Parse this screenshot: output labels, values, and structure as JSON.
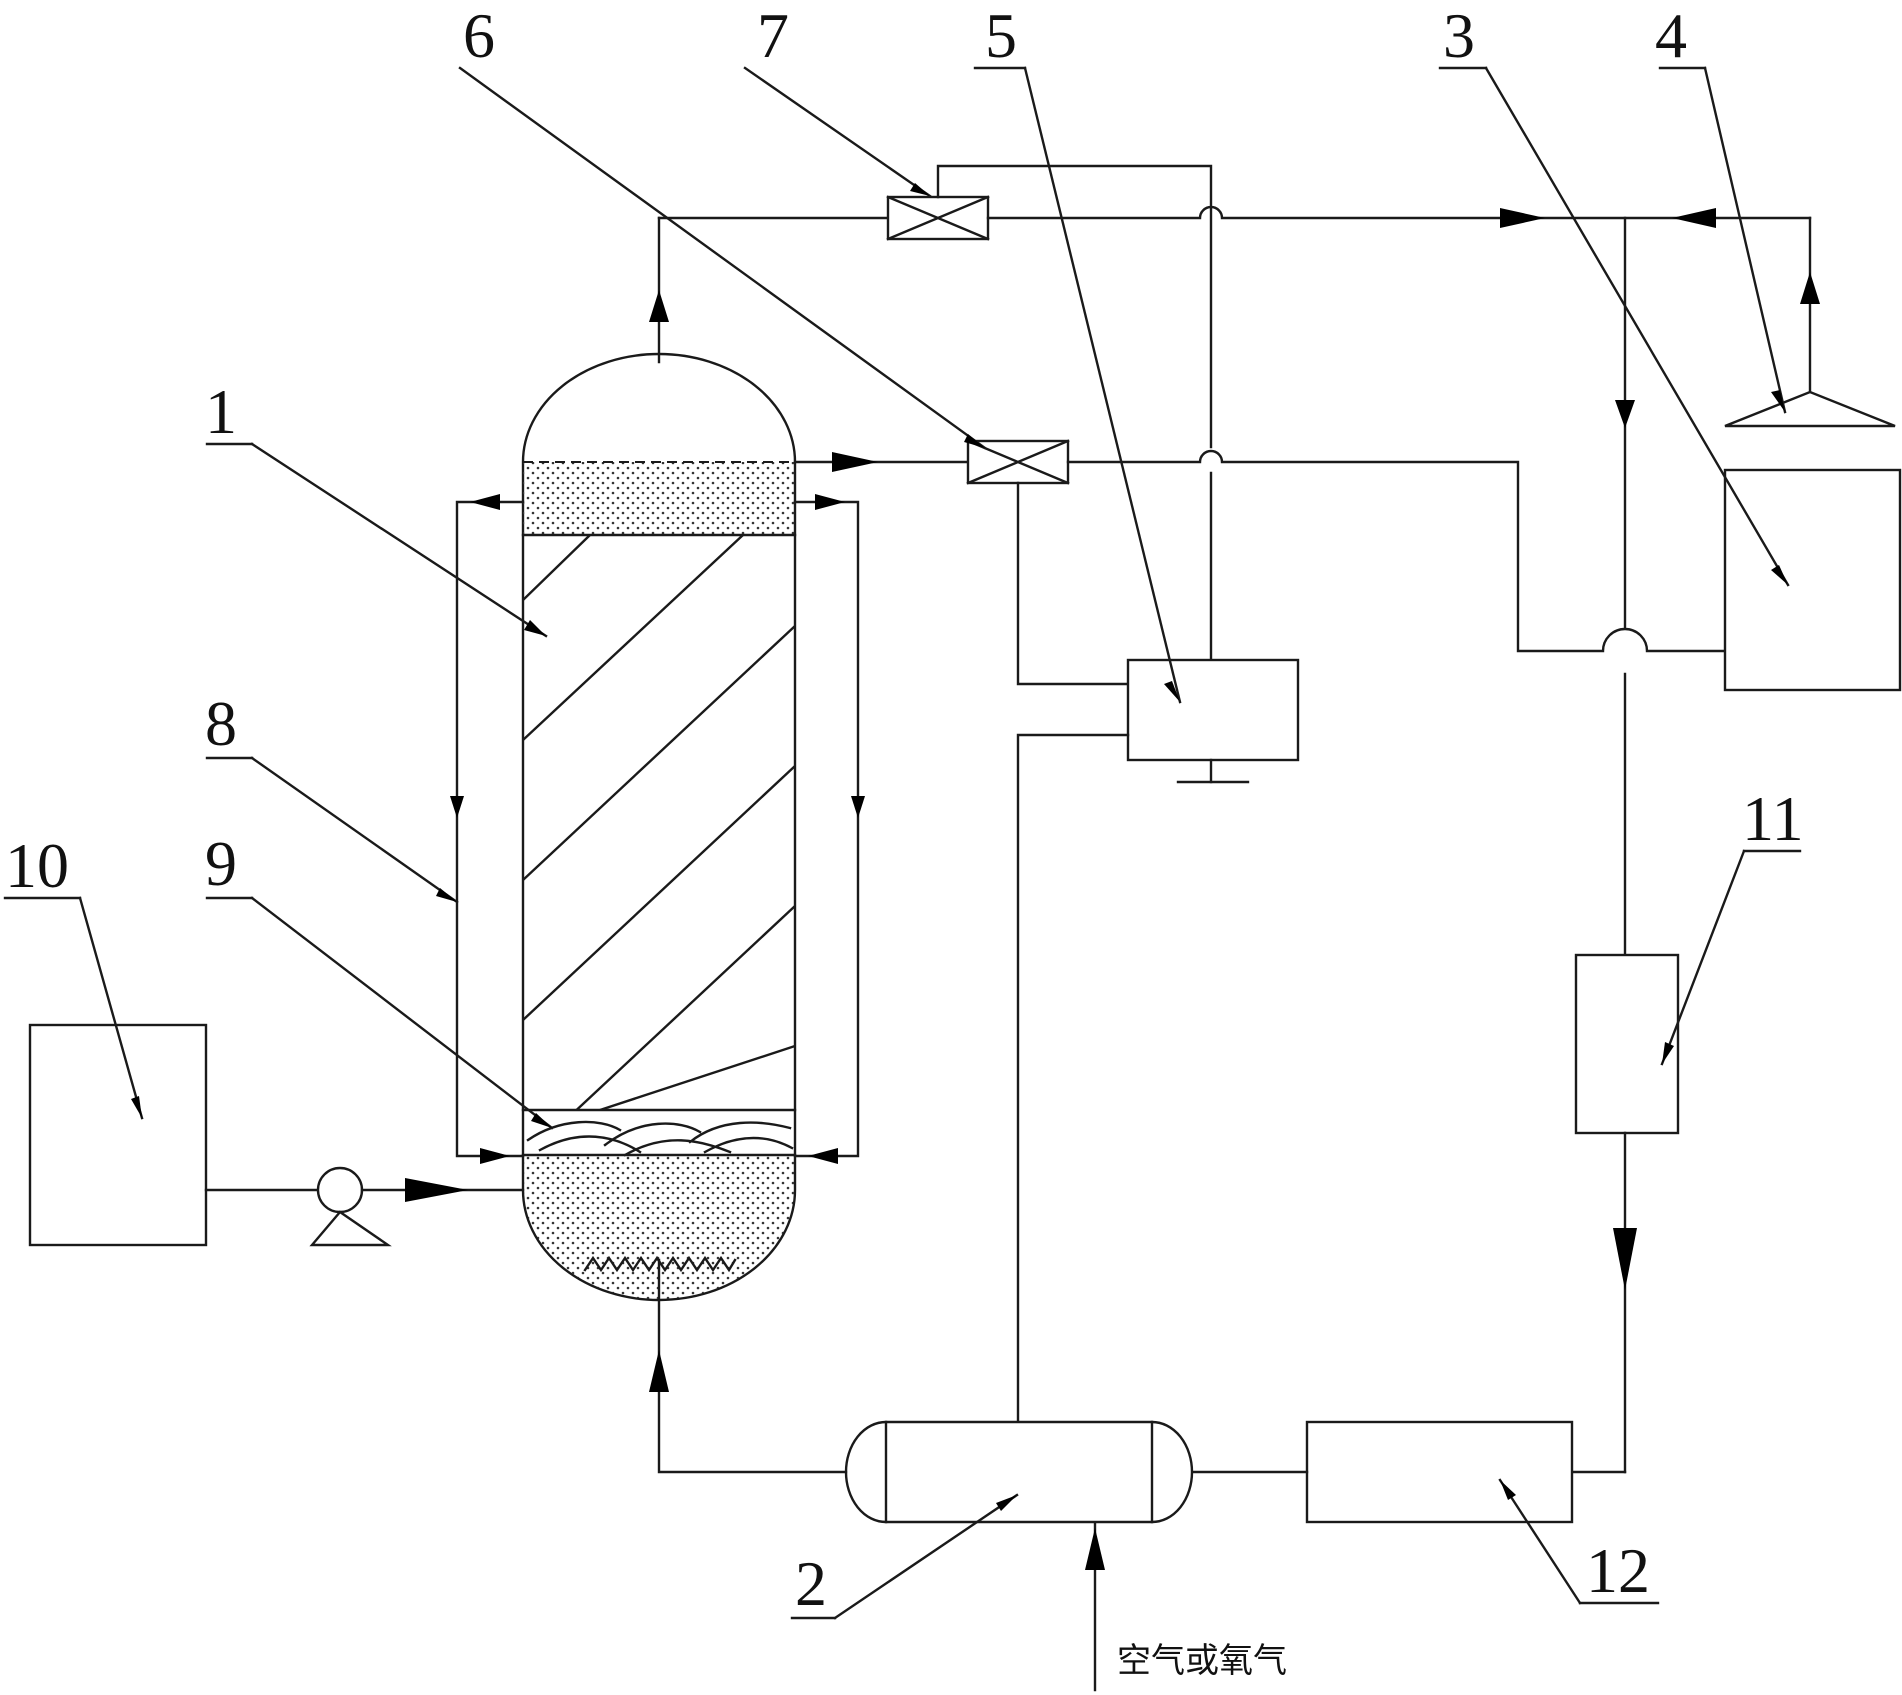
{
  "labels": {
    "n1": "1",
    "n2": "2",
    "n3": "3",
    "n4": "4",
    "n5": "5",
    "n6": "6",
    "n7": "7",
    "n8": "8",
    "n9": "9",
    "n10": "10",
    "n11": "11",
    "n12": "12"
  },
  "inlet_caption": "空气或氧气",
  "colors": {
    "stroke": "#1a1a1a",
    "background": "#ffffff",
    "arrow": "#000000"
  }
}
